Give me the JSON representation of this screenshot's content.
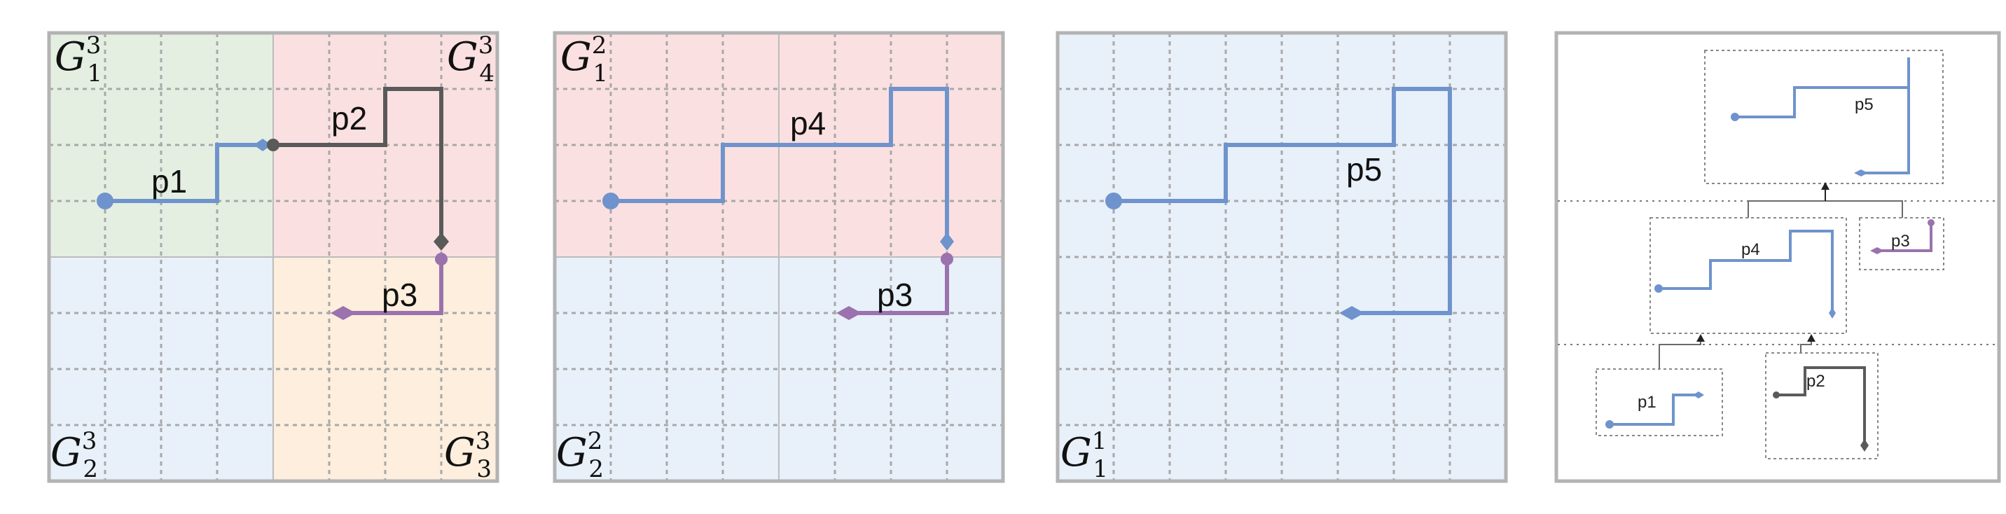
{
  "panels": [
    {
      "grid_labels": [
        {
          "base": "G",
          "sub": "1",
          "sup": "3"
        },
        {
          "base": "G",
          "sub": "4",
          "sup": "3"
        },
        {
          "base": "G",
          "sub": "2",
          "sup": "3"
        },
        {
          "base": "G",
          "sub": "3",
          "sup": "3"
        }
      ],
      "path_labels": [
        "p1",
        "p2",
        "p3"
      ]
    },
    {
      "grid_labels": [
        {
          "base": "G",
          "sub": "1",
          "sup": "2"
        },
        {
          "base": "G",
          "sub": "2",
          "sup": "2"
        }
      ],
      "path_labels": [
        "p4",
        "p3"
      ]
    },
    {
      "grid_labels": [
        {
          "base": "G",
          "sub": "1",
          "sup": "1"
        }
      ],
      "path_labels": [
        "p5"
      ]
    },
    {
      "tree_labels": [
        "p5",
        "p4",
        "p3",
        "p1",
        "p2"
      ]
    }
  ],
  "colors": {
    "green_region": "#e4efe2",
    "red_region": "#fbe0e1",
    "blue_region": "#e8f0fa",
    "orange_region": "#fdeedd",
    "blue_path": "#6f93cc",
    "dark_path": "#5a5a5a",
    "purple_path": "#9a72ae",
    "frame": "#b3b3b3",
    "grid_line": "#a6a6a6"
  }
}
